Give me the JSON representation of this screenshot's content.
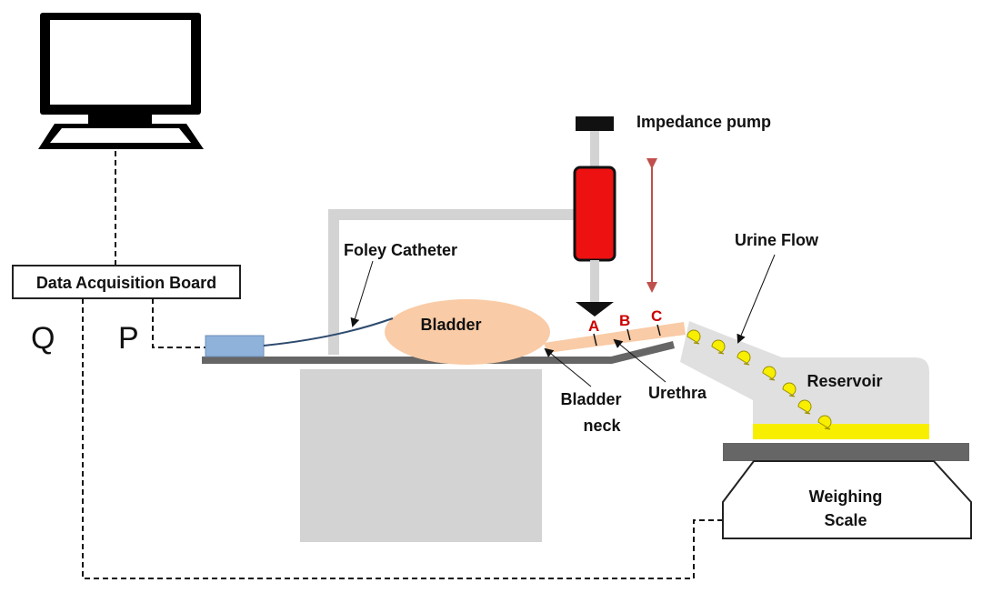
{
  "labels": {
    "impedance_pump": "Impedance pump",
    "urine_flow": "Urine Flow",
    "foley_catheter": "Foley Catheter",
    "data_acquisition_board": "Data Acquisition Board",
    "q": "Q",
    "p": "P",
    "bladder": "Bladder",
    "bladder_neck_line1": "Bladder",
    "bladder_neck_line2": "neck",
    "urethra": "Urethra",
    "reservoir": "Reservoir",
    "weighing_scale_line1": "Weighing",
    "weighing_scale_line2": "Scale",
    "point_a": "A",
    "point_b": "B",
    "point_c": "C"
  },
  "colors": {
    "bladder_fill": "#f9cba6",
    "syringe_red": "#ee1111",
    "sensor_blue": "#8fb2db",
    "reservoir_gray": "#e0e0e0",
    "urine_yellow": "#f8ee00",
    "platform_dark": "#666666",
    "stand_gray": "#d3d3d3",
    "point_label_red": "#cc0000",
    "arrow_red": "#c0504d",
    "catheter_blue": "#2d4a6e"
  },
  "icons": [
    "computer-monitor-icon",
    "droplet-icon"
  ]
}
